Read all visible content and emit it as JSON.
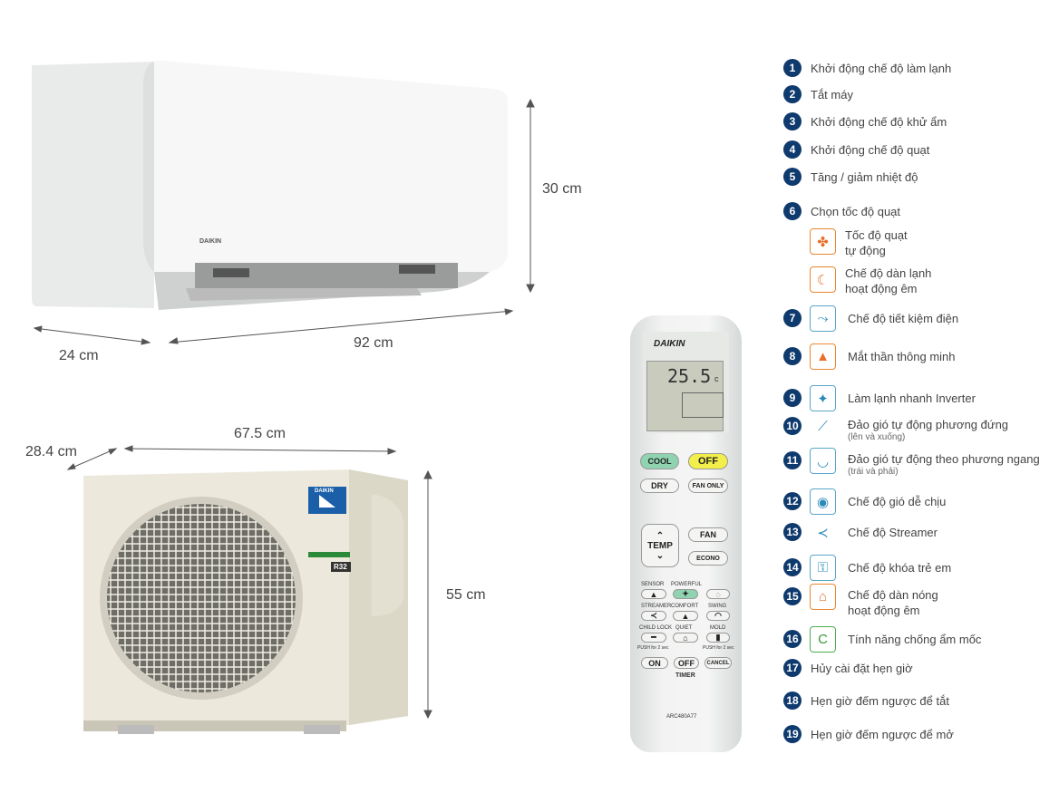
{
  "dimensions": {
    "indoor_height": "30 cm",
    "indoor_depth": "24 cm",
    "indoor_width": "92 cm",
    "outdoor_depth": "28.4 cm",
    "outdoor_width": "67.5 cm",
    "outdoor_height": "55 cm"
  },
  "brand": "DAIKIN",
  "outdoor_label": "R32",
  "colors": {
    "badge": "#0f3a6e",
    "brand_blue": "#1a5fa8",
    "cool_button": "#8fd3b0",
    "off_button": "#f2ef4a",
    "orange_icon": "#e8702a"
  },
  "remote": {
    "brand": "DAIKIN",
    "display_temp": "25.5",
    "display_unit": "c",
    "model": "ARC480A77",
    "buttons": {
      "cool": "COOL",
      "off": "OFF",
      "dry": "DRY",
      "fan_only": "FAN ONLY",
      "temp": "TEMP",
      "fan": "FAN",
      "econo": "ECONO",
      "on": "ON",
      "timer_off": "OFF",
      "cancel": "CANCEL",
      "timer": "TIMER"
    },
    "labels": {
      "sensor": "SENSOR",
      "powerful": "POWERFUL",
      "streamer": "STREAMER",
      "comfort": "COMFORT",
      "swing": "SWING",
      "child_lock": "CHILD LOCK",
      "quiet": "QUIET",
      "mold": "MOLD",
      "push1": "PUSH for 2 sec",
      "push2": "PUSH for 2 sec"
    }
  },
  "legend": [
    {
      "n": "1",
      "text": "Khởi động chế độ làm lạnh"
    },
    {
      "n": "2",
      "text": "Tắt máy"
    },
    {
      "n": "3",
      "text": "Khởi động chế độ khử ẩm"
    },
    {
      "n": "4",
      "text": "Khởi động chế độ quạt"
    },
    {
      "n": "5",
      "text": "Tăng / giảm nhiệt độ"
    },
    {
      "n": "6",
      "text": "Chọn tốc độ quạt",
      "children": [
        {
          "icon": "auto-fan-icon",
          "text": "Tốc độ quạt",
          "text2": "tự động"
        },
        {
          "icon": "quiet-indoor-icon",
          "text": "Chế độ dàn lạnh",
          "text2": "hoạt động êm"
        }
      ]
    },
    {
      "n": "7",
      "icon": "econo-icon",
      "text": "Chế độ tiết kiệm điện"
    },
    {
      "n": "8",
      "icon": "smart-eye-icon",
      "text": "Mắt thần thông minh"
    },
    {
      "n": "9",
      "icon": "inverter-powerful-icon",
      "text": "Làm lạnh nhanh Inverter"
    },
    {
      "n": "10",
      "icon": "vertical-swing-icon",
      "text": "Đảo gió tự động phương đứng",
      "sub": "(lên và xuống)"
    },
    {
      "n": "11",
      "icon": "horizontal-swing-icon",
      "text": "Đảo gió tự động theo phương ngang",
      "sub": "(trái và phải)"
    },
    {
      "n": "12",
      "icon": "comfort-airflow-icon",
      "text": "Chế độ gió dễ chịu"
    },
    {
      "n": "13",
      "icon": "streamer-icon",
      "text": "Chế độ Streamer"
    },
    {
      "n": "14",
      "icon": "child-lock-icon",
      "text": "Chế độ khóa trẻ em"
    },
    {
      "n": "15",
      "icon": "quiet-outdoor-icon",
      "text": "Chế độ dàn nóng",
      "text2": "hoạt động êm"
    },
    {
      "n": "16",
      "icon": "mold-proof-icon",
      "text": "Tính năng chống ẩm mốc"
    },
    {
      "n": "17",
      "text": "Hủy cài đặt hẹn giờ"
    },
    {
      "n": "18",
      "text": "Hẹn giờ đếm ngược để tắt"
    },
    {
      "n": "19",
      "text": "Hẹn giờ đếm ngược để mở"
    }
  ]
}
